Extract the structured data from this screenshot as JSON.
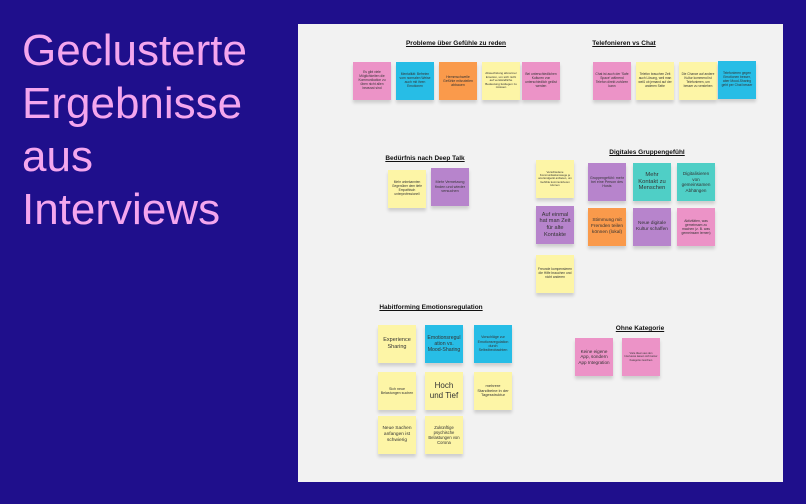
{
  "slide_title": "Geclusterte Ergebnisse aus Interviews",
  "colors": {
    "background": "#1f0f8c",
    "title": "#f4a6ee",
    "board": "#f2f2f2",
    "yellow": "#fdf5a6",
    "pink": "#ec93c7",
    "blue": "#27bde6",
    "orange": "#fa9a4b",
    "purple": "#b784cc",
    "teal": "#4fcfc6"
  },
  "sections": [
    {
      "title": "Probleme über Gefühle zu reden",
      "notes": [
        {
          "text": "Es gibt viele Möglichkeiten die Kommunikation zu üben nicht allen bewusst sind",
          "color": "pink"
        },
        {
          "text": "Mentalität: Befreien vom normalen Weise auch mit ihren Emotionen",
          "color": "blue"
        },
        {
          "text": "Hemmschwelle Gefühle mitzuteilen abbauen",
          "color": "orange"
        },
        {
          "text": "Abwechslung abnormer Emotion, um sich nicht auf verständliche Bedeutung festlegen zu müssen",
          "color": "yellow"
        },
        {
          "text": "Bei unterschiedlichen Kulturen von unterschiedlich gelöst werden",
          "color": "pink"
        }
      ]
    },
    {
      "title": "Telefonieren vs Chat",
      "notes": [
        {
          "text": "Chat ist auch der 'Safe Space' während Telefon direkt zuhören kann",
          "color": "pink"
        },
        {
          "text": "Telefon brauchen Zeit auch Lösung, weil man weiß ob jemand auf der anderen Seite",
          "color": "yellow"
        },
        {
          "text": "Die Chance auf andere Kultur kommend ist Telefonieren, um besser zu verstehen",
          "color": "yellow"
        },
        {
          "text": "Telefonieren gegen Emotionen besser, aber Mood-Sharing geht per Chat besser",
          "color": "blue"
        }
      ]
    },
    {
      "title": "Bedürfnis nach Deep Talk",
      "notes": [
        {
          "text": "Mehr unbekannten Gegenüber dem tiefe Empathisch unterprofessionell",
          "color": "yellow"
        },
        {
          "text": "Mehr Vernetzung finden und wieder versuchen",
          "color": "purple"
        }
      ]
    },
    {
      "title": "Digitales Gruppengefühl",
      "notes": [
        {
          "text": "Verschiedene Kommunikationswege je ans Endgerät anbieten, um Gefühle kommunizieren können",
          "color": "yellow"
        },
        {
          "text": "Gruppengefühl: mehr bei eine Person des Hosts",
          "color": "purple"
        },
        {
          "text": "Mehr Kontakt zu Menschen",
          "color": "teal"
        },
        {
          "text": "Digitalisieren von gemeinsamen Abhängen",
          "color": "teal"
        },
        {
          "text": "Auf einmal hat man Zeit für alte Kontakte",
          "color": "purple"
        },
        {
          "text": "Stimmung mit Fremden teilen können (lokal)",
          "color": "orange"
        },
        {
          "text": "Neue digitale Kultur schaffen",
          "color": "purple"
        },
        {
          "text": "Aktivitäten, was gemeinsam zu machen (z. B. was gemeinsam lernen)",
          "color": "pink"
        },
        {
          "text": "Freunde kompensieren die Hilfe brauchen und nicht anderen",
          "color": "yellow"
        }
      ]
    },
    {
      "title": "Habitforming Emotionsregulation",
      "notes": [
        {
          "text": "Experience Sharing",
          "color": "yellow"
        },
        {
          "text": "Emotionsregulation vs. Mood-Sharing",
          "color": "blue"
        },
        {
          "text": "Vorschläge zur Emotionsregulation durch Selbstbeobachten",
          "color": "blue"
        },
        {
          "text": "Sich neue Belastungen suchen",
          "color": "yellow"
        },
        {
          "text": "Hoch und Tief",
          "color": "yellow"
        },
        {
          "text": "mehrere Standbeine in der Tagesstruktur",
          "color": "yellow"
        },
        {
          "text": "Neue Sachen anfangen ist schwierig",
          "color": "yellow"
        },
        {
          "text": "Zukünftige psychische Belastungen von Corona",
          "color": "yellow"
        }
      ]
    },
    {
      "title": "Ohne Kategorie",
      "notes": [
        {
          "text": "Keine eigene App, sondern App Integration",
          "color": "pink"
        },
        {
          "text": "Viele Ideen aus den Interviews lassen sich keiner Kategorie zuordnen",
          "color": "pink"
        }
      ]
    }
  ]
}
